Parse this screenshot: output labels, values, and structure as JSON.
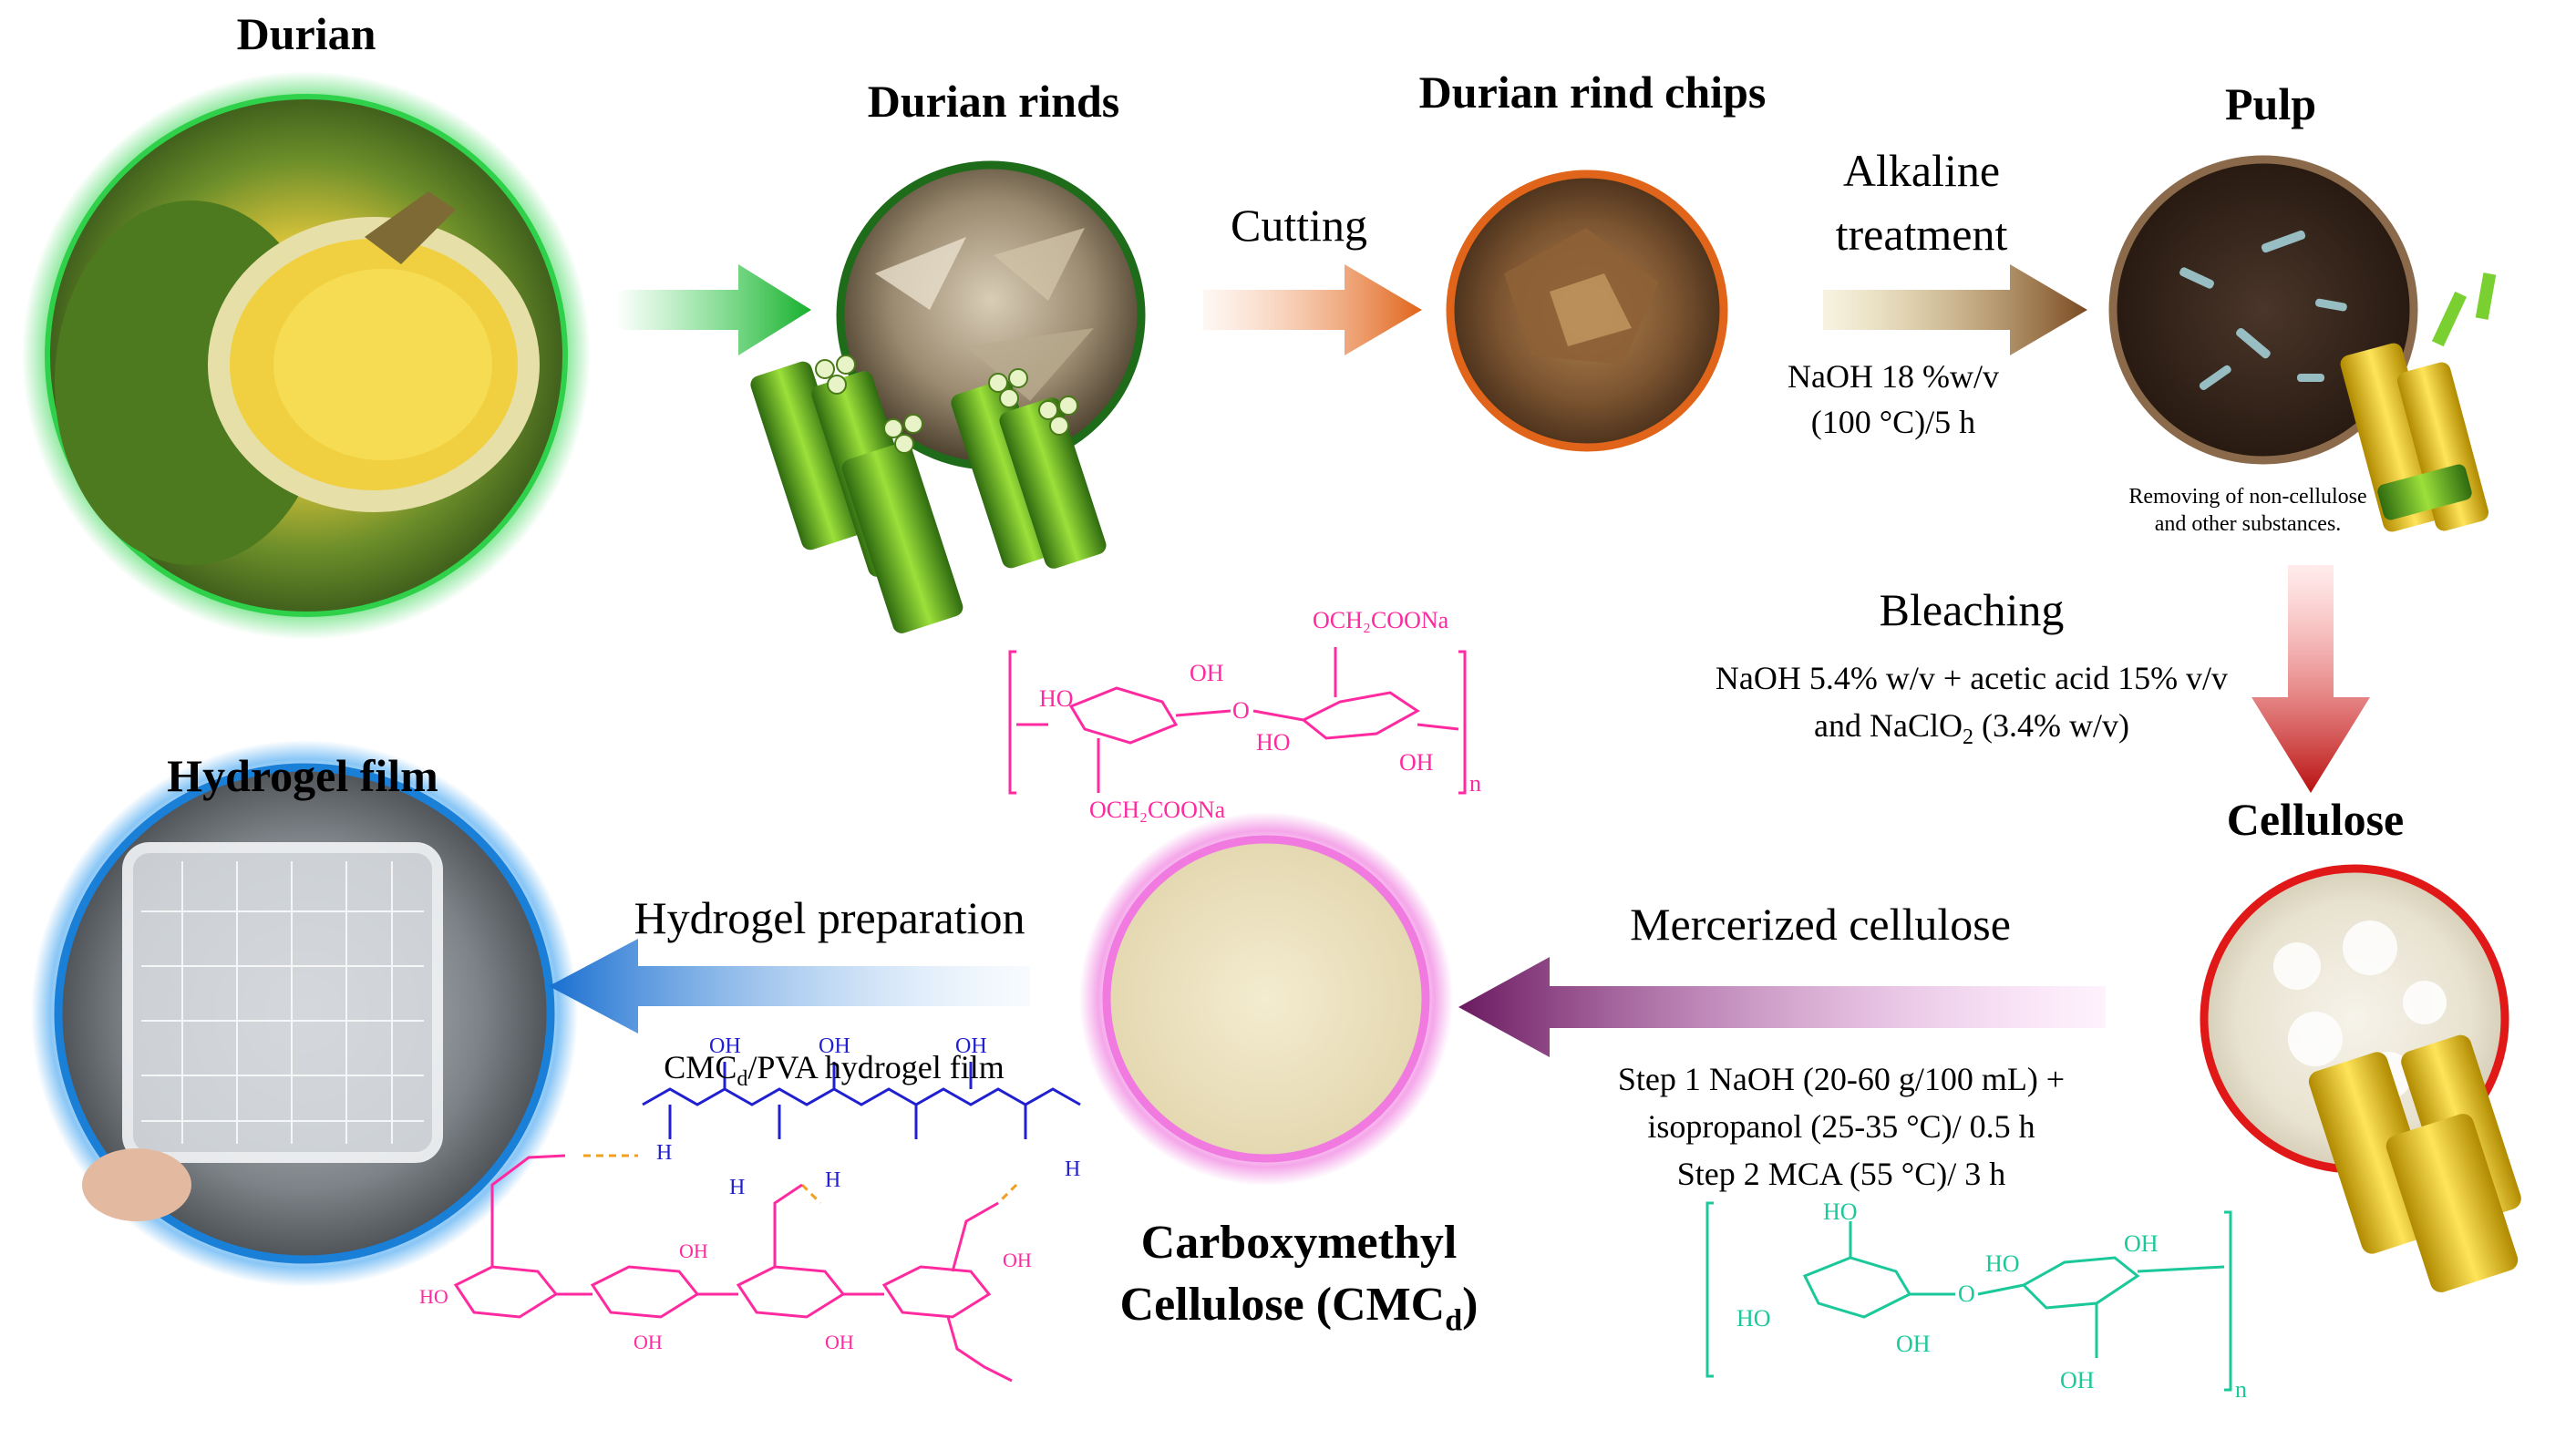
{
  "stages": {
    "durian": "Durian",
    "rinds": "Durian rinds",
    "chips": "Durian rind chips",
    "pulp": "Pulp",
    "cellulose": "Cellulose",
    "cmc_line1": "Carboxymethyl",
    "cmc_line2_pre": "Cellulose (CMC",
    "cmc_sub": "d",
    "cmc_line2_post": ")",
    "hydrogel": "Hydrogel film"
  },
  "steps": {
    "cutting": "Cutting",
    "alkaline_1": "Alkaline",
    "alkaline_2": "treatment",
    "naoh_1": "NaOH 18 %w/v",
    "naoh_2": "(100 °C)/5 h",
    "removing_1": "Removing of non-cellulose",
    "removing_2": "and other substances.",
    "bleaching": "Bleaching",
    "bleach_1": "NaOH 5.4% w/v + acetic acid 15% v/v",
    "bleach_2_pre": "and NaClO",
    "bleach_2_sub": "2",
    "bleach_2_post": " (3.4% w/v)",
    "mercerized": "Mercerized cellulose",
    "merc_1": "Step 1 NaOH (20-60 g/100 mL) +",
    "merc_2": "isopropanol (25-35 °C)/ 0.5 h",
    "merc_3": "Step 2 MCA  (55 °C)/ 3 h",
    "hydrogel_prep": "Hydrogel preparation",
    "film_pre": "CMC",
    "film_sub": "d",
    "film_post": "/PVA hydrogel film"
  },
  "chem_labels": {
    "och2coona_top": "OCH₂COONa",
    "och2coona_bottom": "OCH₂COONa",
    "ho": "HO",
    "oh": "OH",
    "o": "O",
    "n": "n",
    "h": "H"
  },
  "colors": {
    "durian_ring": "#2fd14a",
    "rinds_ring": "#1e6b1a",
    "chips_ring": "#e0641a",
    "pulp_ring": "#8a6a4a",
    "cellulose_ring": "#e01818",
    "cmc_ring": "#f07ae0",
    "hydrogel_ring": "#1a7fd6",
    "cmc_chem": "#ff2aa0",
    "cellulose_chem": "#1ac89a",
    "pva_chem": "#2020d0"
  }
}
